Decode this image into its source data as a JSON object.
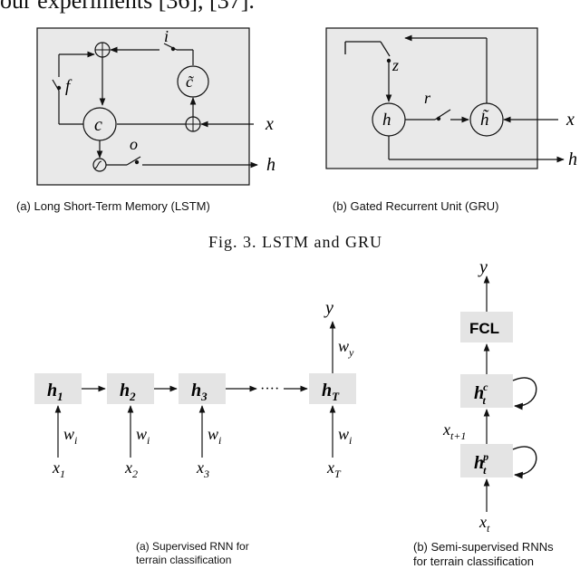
{
  "header_text": "our experiments [36], [37].",
  "figure3": {
    "title": "Fig. 3.   LSTM and GRU",
    "lstm": {
      "caption": "(a) Long Short-Term Memory (LSTM)",
      "labels": {
        "i": "i",
        "f": "f",
        "c": "c",
        "c_tilde": "c̃",
        "x": "x",
        "o": "o",
        "h": "h"
      }
    },
    "gru": {
      "caption": "(b) Gated Recurrent Unit (GRU)",
      "labels": {
        "z": "z",
        "r": "r",
        "h": "h",
        "h_tilde": "h̃",
        "x": "x",
        "h_out": "h"
      }
    }
  },
  "figure4": {
    "supervised": {
      "caption_line1": "(a) Supervised RNN for",
      "caption_line2": "terrain classification",
      "output": "y",
      "output_weight": "w",
      "output_weight_sub": "y",
      "dots": "····",
      "nodes": [
        {
          "label": "h",
          "sub": "1",
          "weight": "w",
          "weight_sub": "i",
          "input": "x",
          "input_sub": "1"
        },
        {
          "label": "h",
          "sub": "2",
          "weight": "w",
          "weight_sub": "i",
          "input": "x",
          "input_sub": "2"
        },
        {
          "label": "h",
          "sub": "3",
          "weight": "w",
          "weight_sub": "i",
          "input": "x",
          "input_sub": "3"
        },
        {
          "label": "h",
          "sub": "T",
          "weight": "w",
          "weight_sub": "i",
          "input": "x",
          "input_sub": "T"
        }
      ]
    },
    "semi": {
      "caption_line1": "(b) Semi-supervised RNNs",
      "caption_line2": "for terrain classification",
      "output": "y",
      "fcl": "FCL",
      "hc": "h",
      "hc_sub": "t",
      "hc_sup": "c",
      "hp": "h",
      "hp_sub": "t",
      "hp_sup": "p",
      "mid_input": "x",
      "mid_input_sub": "t+1",
      "input": "x",
      "input_sub": "t"
    }
  }
}
